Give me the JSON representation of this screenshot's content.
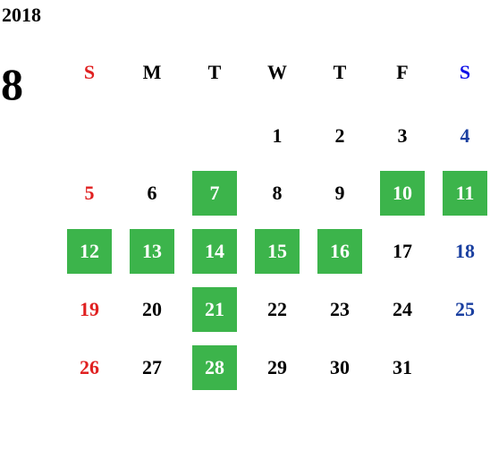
{
  "calendar": {
    "year": "2018",
    "month": "8",
    "weekdays": [
      "S",
      "M",
      "T",
      "W",
      "T",
      "F",
      "S"
    ],
    "first_weekday_index": 3,
    "days_in_month": 31,
    "highlighted_days": [
      7,
      10,
      11,
      12,
      13,
      14,
      15,
      16,
      21,
      28
    ]
  },
  "colors": {
    "sunday": "#e02020",
    "saturday": "#1a3fa0",
    "saturday_header": "#1010e8",
    "weekday": "#000000",
    "highlight_bg": "#3cb44b",
    "highlight_text": "#ffffff"
  }
}
